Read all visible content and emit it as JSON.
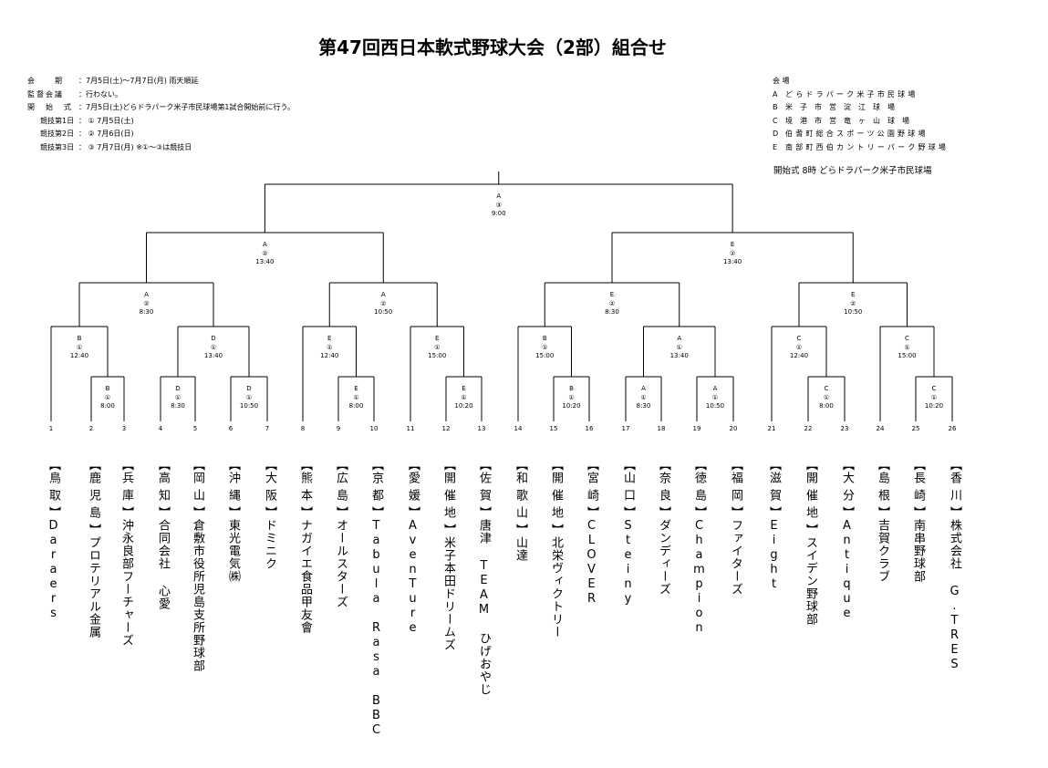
{
  "title": "第47回西日本軟式野球大会（2部）組合せ",
  "info": [
    {
      "key": "会　　期",
      "value": "：7月5日(土)～7月7日(月)  雨天順延"
    },
    {
      "key": "監督会議",
      "value": "：行わない。"
    },
    {
      "key": "開　始　式",
      "value": "：7月5日(土)どらドラパーク米子市民球場第1試合開始前に行う。"
    },
    {
      "key": "競技第1日",
      "value": "：  ①  7月5日(土)",
      "indent": true
    },
    {
      "key": "競技第2日",
      "value": "：  ②  7月6日(日)",
      "indent": true
    },
    {
      "key": "競技第3日",
      "value": "：  ③  7月7日(月)     ※①～③は競技日",
      "indent": true
    }
  ],
  "venues_title": "会  場",
  "venues": [
    {
      "letter": "A",
      "name": "どらドラパーク米子市民球場"
    },
    {
      "letter": "B",
      "name": "米　子　市　営　淀　江　球　場"
    },
    {
      "letter": "C",
      "name": "境　港　市　営　竜　ヶ　山　球　場"
    },
    {
      "letter": "D",
      "name": "伯耆町総合スポーツ公園野球場"
    },
    {
      "letter": "E",
      "name": "南部町西伯カントリーパーク野球場"
    }
  ],
  "opening": "開始式  8時  どらドラパーク米子市民球場",
  "matches": [
    {
      "venue": "A",
      "day": "③",
      "time": "9:00"
    },
    {
      "venue": "A",
      "day": "②",
      "time": "13:40"
    },
    {
      "venue": "E",
      "day": "②",
      "time": "13:40"
    },
    {
      "venue": "A",
      "day": "②",
      "time": "8:30"
    },
    {
      "venue": "A",
      "day": "②",
      "time": "10:50"
    },
    {
      "venue": "E",
      "day": "②",
      "time": "8:30"
    },
    {
      "venue": "E",
      "day": "②",
      "time": "10:50"
    },
    {
      "venue": "B",
      "day": "①",
      "time": "12:40"
    },
    {
      "venue": "D",
      "day": "①",
      "time": "13:40"
    },
    {
      "venue": "E",
      "day": "①",
      "time": "12:40"
    },
    {
      "venue": "E",
      "day": "①",
      "time": "15:00"
    },
    {
      "venue": "B",
      "day": "①",
      "time": "15:00"
    },
    {
      "venue": "A",
      "day": "①",
      "time": "13:40"
    },
    {
      "venue": "C",
      "day": "①",
      "time": "12:40"
    },
    {
      "venue": "C",
      "day": "①",
      "time": "15:00"
    },
    {
      "venue": "B",
      "day": "①",
      "time": "8:00"
    },
    {
      "venue": "D",
      "day": "①",
      "time": "8:30"
    },
    {
      "venue": "D",
      "day": "①",
      "time": "10:50"
    },
    {
      "venue": "E",
      "day": "①",
      "time": "8:00"
    },
    {
      "venue": "E",
      "day": "①",
      "time": "10:20"
    },
    {
      "venue": "B",
      "day": "①",
      "time": "10:20"
    },
    {
      "venue": "A",
      "day": "①",
      "time": "8:30"
    },
    {
      "venue": "A",
      "day": "①",
      "time": "10:50"
    },
    {
      "venue": "C",
      "day": "①",
      "time": "8:00"
    },
    {
      "venue": "C",
      "day": "①",
      "time": "10:20"
    }
  ],
  "teams": [
    {
      "no": "1",
      "pref": "鳥取",
      "name": "Daraers"
    },
    {
      "no": "2",
      "pref": "鹿児島",
      "name": "プロテリアル金属"
    },
    {
      "no": "3",
      "pref": "兵庫",
      "name": "沖永良部フーチャーズ"
    },
    {
      "no": "4",
      "pref": "高知",
      "name": "合同会社 心愛"
    },
    {
      "no": "5",
      "pref": "岡山",
      "name": "倉敷市役所児島支所野球部"
    },
    {
      "no": "6",
      "pref": "沖縄",
      "name": "東光電気㈱"
    },
    {
      "no": "7",
      "pref": "大阪",
      "name": "ドミニク"
    },
    {
      "no": "8",
      "pref": "熊本",
      "name": "ナガイエ食品甲友會"
    },
    {
      "no": "9",
      "pref": "広島",
      "name": "オールスターズ"
    },
    {
      "no": "10",
      "pref": "京都",
      "name": "Tabula Rasa BBC"
    },
    {
      "no": "11",
      "pref": "愛媛",
      "name": "AvenTure"
    },
    {
      "no": "12",
      "pref": "開催地",
      "name": "米子本田ドリームズ"
    },
    {
      "no": "13",
      "pref": "佐賀",
      "name": "唐津 TEAM ひげおやじ"
    },
    {
      "no": "14",
      "pref": "和歌山",
      "name": "山達"
    },
    {
      "no": "15",
      "pref": "開催地",
      "name": "北栄ヴィクトリー"
    },
    {
      "no": "16",
      "pref": "宮崎",
      "name": "CLOVER"
    },
    {
      "no": "17",
      "pref": "山口",
      "name": "Steiny"
    },
    {
      "no": "18",
      "pref": "奈良",
      "name": "ダンディーズ"
    },
    {
      "no": "19",
      "pref": "徳島",
      "name": "Champion"
    },
    {
      "no": "20",
      "pref": "福岡",
      "name": "ファイターズ"
    },
    {
      "no": "21",
      "pref": "滋賀",
      "name": "Eight"
    },
    {
      "no": "22",
      "pref": "開催地",
      "name": "スイデン野球部"
    },
    {
      "no": "23",
      "pref": "大分",
      "name": "Antique"
    },
    {
      "no": "24",
      "pref": "島根",
      "name": "吉賀クラブ"
    },
    {
      "no": "25",
      "pref": "長崎",
      "name": "南串野球部"
    },
    {
      "no": "26",
      "pref": "香川",
      "name": "株式会社 G.TRES"
    }
  ]
}
